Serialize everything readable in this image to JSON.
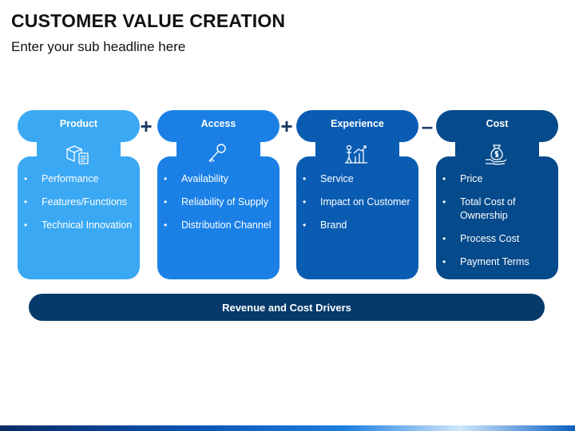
{
  "title": "CUSTOMER VALUE CREATION",
  "subtitle": "Enter your sub headline here",
  "operators": [
    "+",
    "+",
    "–"
  ],
  "cards": [
    {
      "header": "Product",
      "color": "#3aa8f3",
      "icon": "box-checklist-icon",
      "items": [
        "Performance",
        "Features/Functions",
        "Technical Innovation"
      ]
    },
    {
      "header": "Access",
      "color": "#1a80e6",
      "icon": "key-icon",
      "items": [
        "Availability",
        "Reliability of Supply",
        "Distribution Channel"
      ]
    },
    {
      "header": "Experience",
      "color": "#0a5cb3",
      "icon": "growth-chart-person-icon",
      "items": [
        "Service",
        "Impact on Customer",
        "Brand"
      ]
    },
    {
      "header": "Cost",
      "color": "#054a8a",
      "icon": "money-bag-hand-icon",
      "items": [
        "Price",
        "Total Cost of Ownership",
        "Process Cost",
        "Payment Terms"
      ]
    }
  ],
  "bar_label": "Revenue and Cost Drivers"
}
